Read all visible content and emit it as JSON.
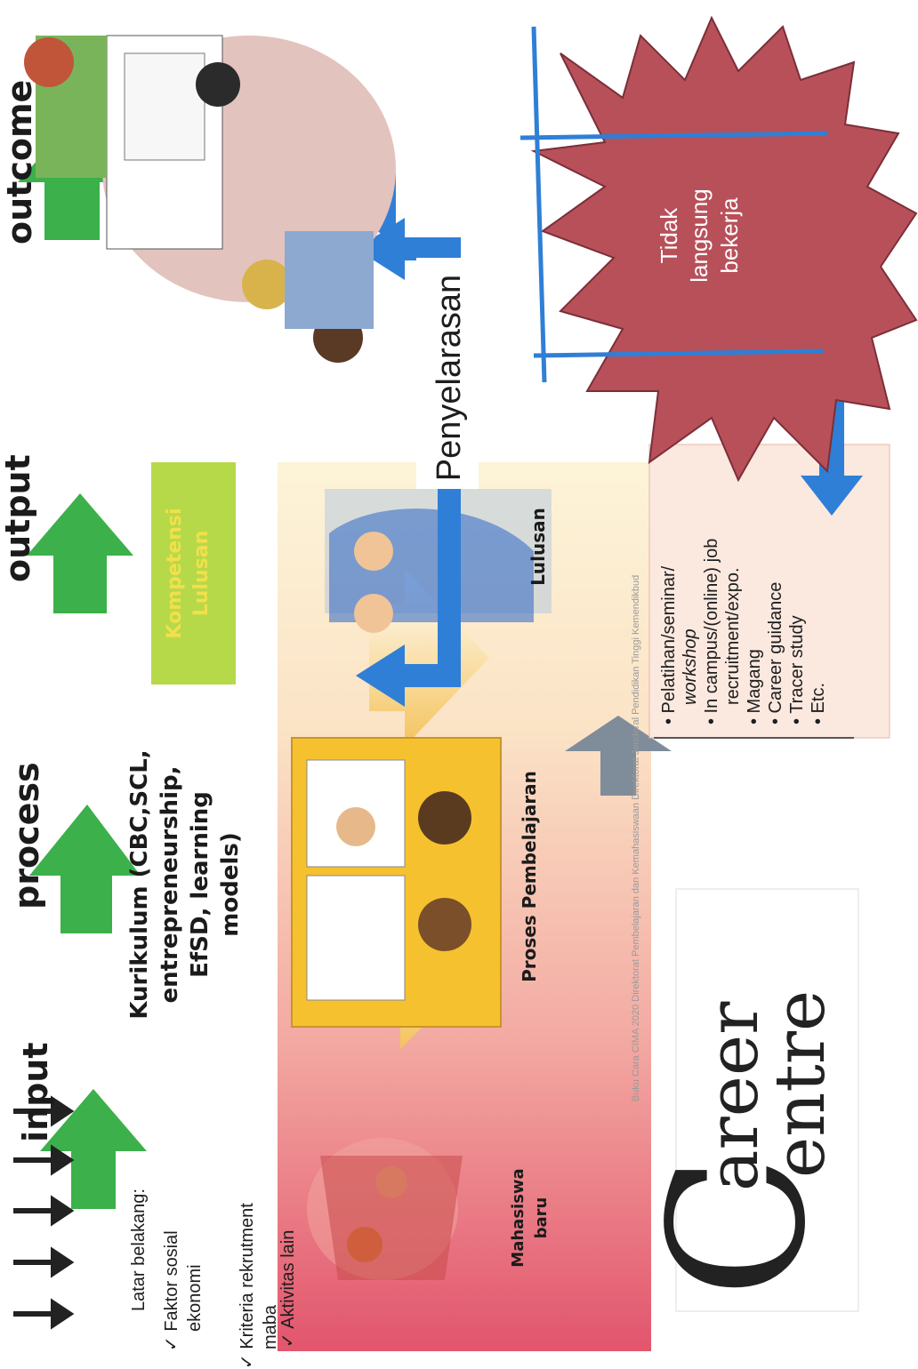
{
  "stages": {
    "input": "input",
    "process": "process",
    "output": "output",
    "outcome": "outcome"
  },
  "curriculum": {
    "line1": "Kurikulum (CBC,SCL,",
    "line2": "entrepreneurship,",
    "line3": "EfSD, learning",
    "line4": "models)"
  },
  "competence": {
    "line1": "Kompetensi",
    "line2": "Lulusan"
  },
  "flow": {
    "new_students_line1": "Mahasiswa",
    "new_students_line2": "baru",
    "learning_process": "Proses  Pembelajaran",
    "graduates": "Lulusan"
  },
  "alignment_label": "Penyelarasan",
  "not_working": {
    "line1": "Tidak",
    "line2": "langsung",
    "line3": "bekerja"
  },
  "background": {
    "title": "Latar belakang:",
    "items": [
      {
        "check": "✓",
        "line1": "Faktor sosial",
        "line2": "ekonomi"
      },
      {
        "check": "✓",
        "line1": "Kriteria rekrutment",
        "line2": "maba"
      },
      {
        "check": "✓",
        "line1": "Aktivitas lain",
        "line2": ""
      }
    ]
  },
  "career_centre": {
    "logo_big_c": "C",
    "logo_line1": "areer",
    "logo_line2": "entre"
  },
  "services": [
    "Pelatihan/seminar/",
    "workshop",
    "In campus/(online) job",
    "recruitment/expo.",
    "Magang",
    "Career guidance",
    "Tracer study",
    "Etc."
  ],
  "footer_credit": "Buku Cara CIMA 2020  Direktorat Pembelajaran dan Kemahasiswaan  Direktorat Jenderal Pendidikan Tinggi  Kemendikbud",
  "colors": {
    "green_arrow": "#3cb04a",
    "blue_arrow": "#2f7fd6",
    "star_fill": "#b8505a",
    "competence_box": "#b6d94a",
    "competence_text": "#f2e04a",
    "learning_box": "#f6c12e",
    "grey_arrow": "#7f8c9a",
    "services_bg": "#fbe8df"
  }
}
